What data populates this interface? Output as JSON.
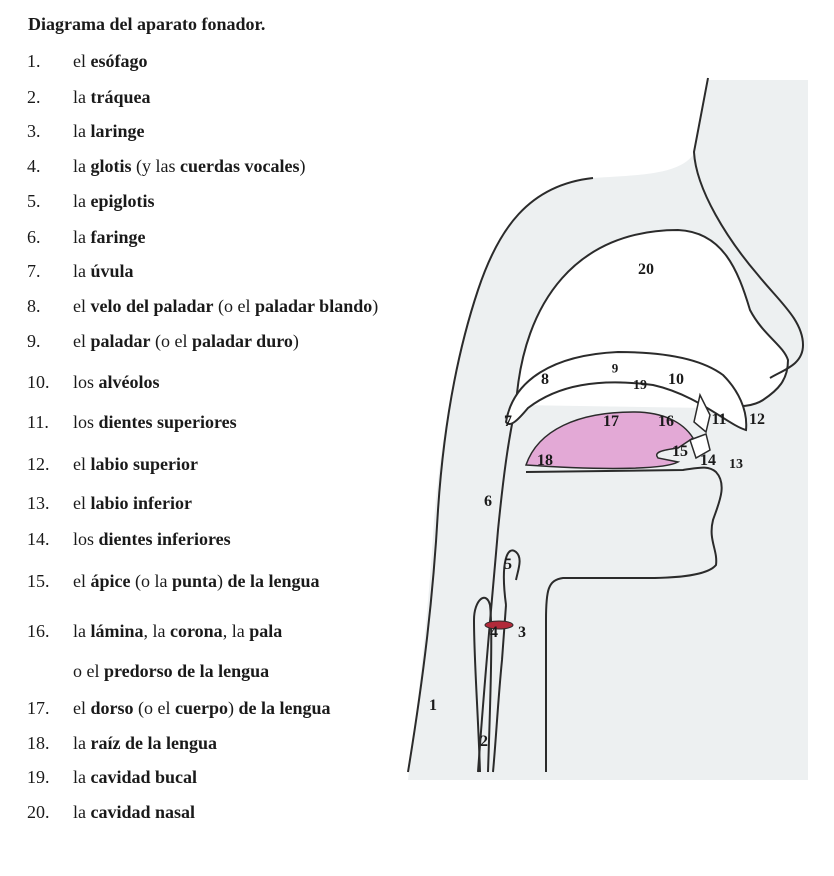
{
  "title": "Diagrama del aparato fonador.",
  "legend": [
    {
      "number": "1.",
      "parts": [
        {
          "t": "el ",
          "b": false
        },
        {
          "t": "esófago",
          "b": true
        }
      ]
    },
    {
      "number": "2.",
      "parts": [
        {
          "t": "la ",
          "b": false
        },
        {
          "t": "tráquea",
          "b": true
        }
      ]
    },
    {
      "number": "3.",
      "parts": [
        {
          "t": "la ",
          "b": false
        },
        {
          "t": "laringe",
          "b": true
        }
      ]
    },
    {
      "number": "4.",
      "parts": [
        {
          "t": "la ",
          "b": false
        },
        {
          "t": "glotis",
          "b": true
        },
        {
          "t": " (y las ",
          "b": false
        },
        {
          "t": "cuerdas vocales",
          "b": true
        },
        {
          "t": ")",
          "b": false
        }
      ]
    },
    {
      "number": "5.",
      "parts": [
        {
          "t": "la ",
          "b": false
        },
        {
          "t": "epiglotis",
          "b": true
        }
      ]
    },
    {
      "number": "6.",
      "parts": [
        {
          "t": "la ",
          "b": false
        },
        {
          "t": "faringe",
          "b": true
        }
      ]
    },
    {
      "number": "7.",
      "parts": [
        {
          "t": "la ",
          "b": false
        },
        {
          "t": "úvula",
          "b": true
        }
      ]
    },
    {
      "number": "8.",
      "parts": [
        {
          "t": "el ",
          "b": false
        },
        {
          "t": "velo del paladar",
          "b": true
        },
        {
          "t": " (o el ",
          "b": false
        },
        {
          "t": "paladar blando",
          "b": true
        },
        {
          "t": ")",
          "b": false
        }
      ]
    },
    {
      "number": "9.",
      "parts": [
        {
          "t": "el ",
          "b": false
        },
        {
          "t": "paladar",
          "b": true
        },
        {
          "t": " (o el ",
          "b": false
        },
        {
          "t": "paladar duro",
          "b": true
        },
        {
          "t": ")",
          "b": false
        }
      ]
    },
    {
      "number": "10.",
      "parts": [
        {
          "t": "los ",
          "b": false
        },
        {
          "t": "alvéolos",
          "b": true
        }
      ]
    },
    {
      "number": "11.",
      "parts": [
        {
          "t": "los ",
          "b": false
        },
        {
          "t": "dientes superiores",
          "b": true
        }
      ]
    },
    {
      "number": "12.",
      "parts": [
        {
          "t": "el ",
          "b": false
        },
        {
          "t": "labio superior",
          "b": true
        }
      ]
    },
    {
      "number": "13.",
      "parts": [
        {
          "t": "el ",
          "b": false
        },
        {
          "t": "labio inferior",
          "b": true
        }
      ]
    },
    {
      "number": "14.",
      "parts": [
        {
          "t": "los ",
          "b": false
        },
        {
          "t": "dientes inferiores",
          "b": true
        }
      ]
    },
    {
      "number": "15.",
      "parts": [
        {
          "t": "el ",
          "b": false
        },
        {
          "t": "ápice",
          "b": true
        },
        {
          "t": " (o la ",
          "b": false
        },
        {
          "t": "punta",
          "b": true
        },
        {
          "t": ") ",
          "b": false
        },
        {
          "t": "de la lengua",
          "b": true
        }
      ]
    },
    {
      "number": "16.",
      "parts": [
        {
          "t": "la ",
          "b": false
        },
        {
          "t": "lámina",
          "b": true
        },
        {
          "t": ", la ",
          "b": false
        },
        {
          "t": "corona",
          "b": true
        },
        {
          "t": ", la ",
          "b": false
        },
        {
          "t": "pala",
          "b": true
        }
      ]
    },
    {
      "number": "",
      "parts": [
        {
          "t": "o el ",
          "b": false
        },
        {
          "t": "predorso de la lengua",
          "b": true
        }
      ]
    },
    {
      "number": "17.",
      "parts": [
        {
          "t": "el ",
          "b": false
        },
        {
          "t": "dorso",
          "b": true
        },
        {
          "t": " (o el ",
          "b": false
        },
        {
          "t": "cuerpo",
          "b": true
        },
        {
          "t": ") ",
          "b": false
        },
        {
          "t": "de la lengua",
          "b": true
        }
      ]
    },
    {
      "number": "18.",
      "parts": [
        {
          "t": "la ",
          "b": false
        },
        {
          "t": "raíz de la lengua",
          "b": true
        }
      ]
    },
    {
      "number": "19.",
      "parts": [
        {
          "t": "la ",
          "b": false
        },
        {
          "t": "cavidad bucal",
          "b": true
        }
      ]
    },
    {
      "number": "20.",
      "parts": [
        {
          "t": "la ",
          "b": false
        },
        {
          "t": "cavidad nasal",
          "b": true
        }
      ]
    }
  ],
  "diagram_labels": [
    "1",
    "2",
    "3",
    "4",
    "5",
    "6",
    "7",
    "8",
    "9",
    "10",
    "11",
    "12",
    "13",
    "14",
    "15",
    "16",
    "17",
    "18",
    "19",
    "20"
  ],
  "colors": {
    "tissue_fill": "#edf0f1",
    "outline": "#2b2b2b",
    "tongue_fill": "#e3a9d6",
    "glottis_fill": "#b22a3a"
  }
}
